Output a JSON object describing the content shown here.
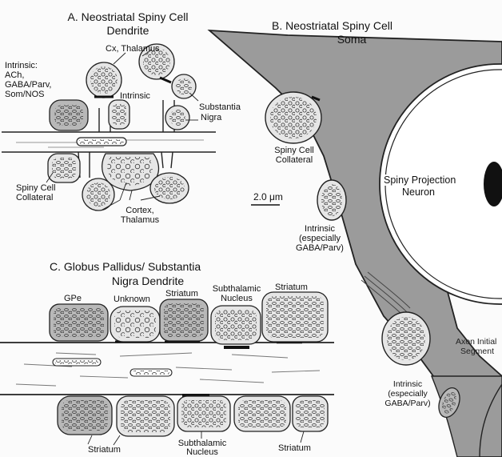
{
  "panel_a": {
    "title_line1": "A.  Neostriatal Spiny Cell",
    "title_line2": "Dendrite",
    "labels": {
      "cx_thalamus": "Cx, Thalamus",
      "intrinsic_line1": "Intrinsic:",
      "intrinsic_line2": "ACh,",
      "intrinsic_line3": "GABA/Parv,",
      "intrinsic_line4": "Som/NOS",
      "intrinsic_mid": "Intrinsic",
      "substantia_line1": "Substantia",
      "substantia_line2": "Nigra",
      "spiny_collateral_line1": "Spiny Cell",
      "spiny_collateral_line2": "Collateral",
      "cortex_line1": "Cortex,",
      "cortex_line2": "Thalamus"
    }
  },
  "panel_b": {
    "title_line1": "B.  Neostriatal Spiny Cell",
    "title_line2": "Soma",
    "labels": {
      "spiny_collateral_line1": "Spiny Cell",
      "spiny_collateral_line2": "Collateral",
      "scale_bar": "2.0 μm",
      "intrinsic_line1": "Intrinsic",
      "intrinsic_line2": "(especially",
      "intrinsic_line3": "GABA/Parv)",
      "spiny_projection_line1": "Spiny Projection",
      "spiny_projection_line2": "Neuron",
      "axon_line1": "Axon Initial",
      "axon_line2": "Segment",
      "intrinsic2_line1": "Intrinsic",
      "intrinsic2_line2": "(especially",
      "intrinsic2_line3": "GABA/Parv)"
    }
  },
  "panel_c": {
    "title_line1": "C.  Globus Pallidus/ Substantia",
    "title_line2": "Nigra Dendrite",
    "top_labels": {
      "gpe": "GPe",
      "unknown": "Unknown",
      "striatum1": "Striatum",
      "subthalamic_line1": "Subthalamic",
      "subthalamic_line2": "Nucleus",
      "striatum2": "Striatum"
    },
    "bottom_labels": {
      "striatum_left": "Striatum",
      "subthalamic_line1": "Subthalamic",
      "subthalamic_line2": "Nucleus",
      "striatum_right": "Striatum"
    }
  },
  "colors": {
    "soma_fill": "#9b9b9b",
    "bouton_fill": "#e6e6e6",
    "dark_bouton_fill": "#b8b8b8",
    "nucleus_fill": "#ffffff",
    "nucleolus_fill": "#111111",
    "line": "#222222"
  }
}
